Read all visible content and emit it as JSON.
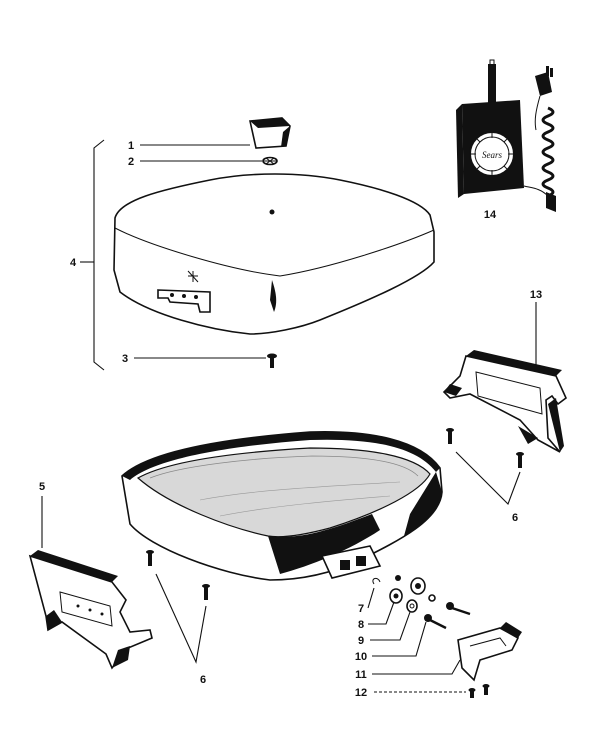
{
  "callouts": [
    {
      "id": "c1",
      "text": "1"
    },
    {
      "id": "c2",
      "text": "2"
    },
    {
      "id": "c3",
      "text": "3"
    },
    {
      "id": "c4",
      "text": "4"
    },
    {
      "id": "c5",
      "text": "5"
    },
    {
      "id": "c6a",
      "text": "6"
    },
    {
      "id": "c6b",
      "text": "6"
    },
    {
      "id": "c7",
      "text": "7"
    },
    {
      "id": "c8",
      "text": "8"
    },
    {
      "id": "c9",
      "text": "9"
    },
    {
      "id": "c10",
      "text": "10"
    },
    {
      "id": "c11",
      "text": "11"
    },
    {
      "id": "c12",
      "text": "12"
    },
    {
      "id": "c13",
      "text": "13"
    },
    {
      "id": "c14",
      "text": "14"
    }
  ],
  "control_brand": "Sears"
}
